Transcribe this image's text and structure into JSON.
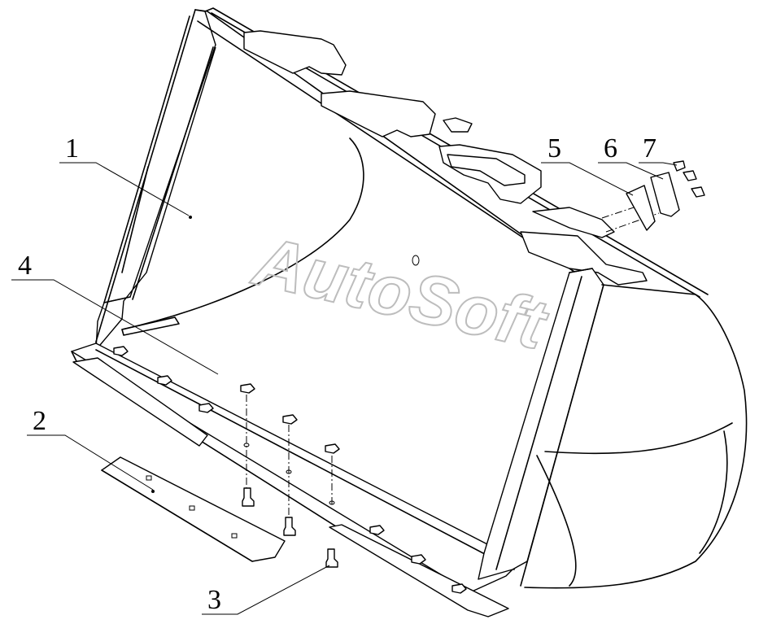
{
  "watermark": "AutoSoft",
  "callouts": [
    {
      "id": "1",
      "label": "1"
    },
    {
      "id": "2",
      "label": "2"
    },
    {
      "id": "3",
      "label": "3"
    },
    {
      "id": "4",
      "label": "4"
    },
    {
      "id": "5",
      "label": "5"
    },
    {
      "id": "6",
      "label": "6"
    },
    {
      "id": "7",
      "label": "7"
    }
  ]
}
